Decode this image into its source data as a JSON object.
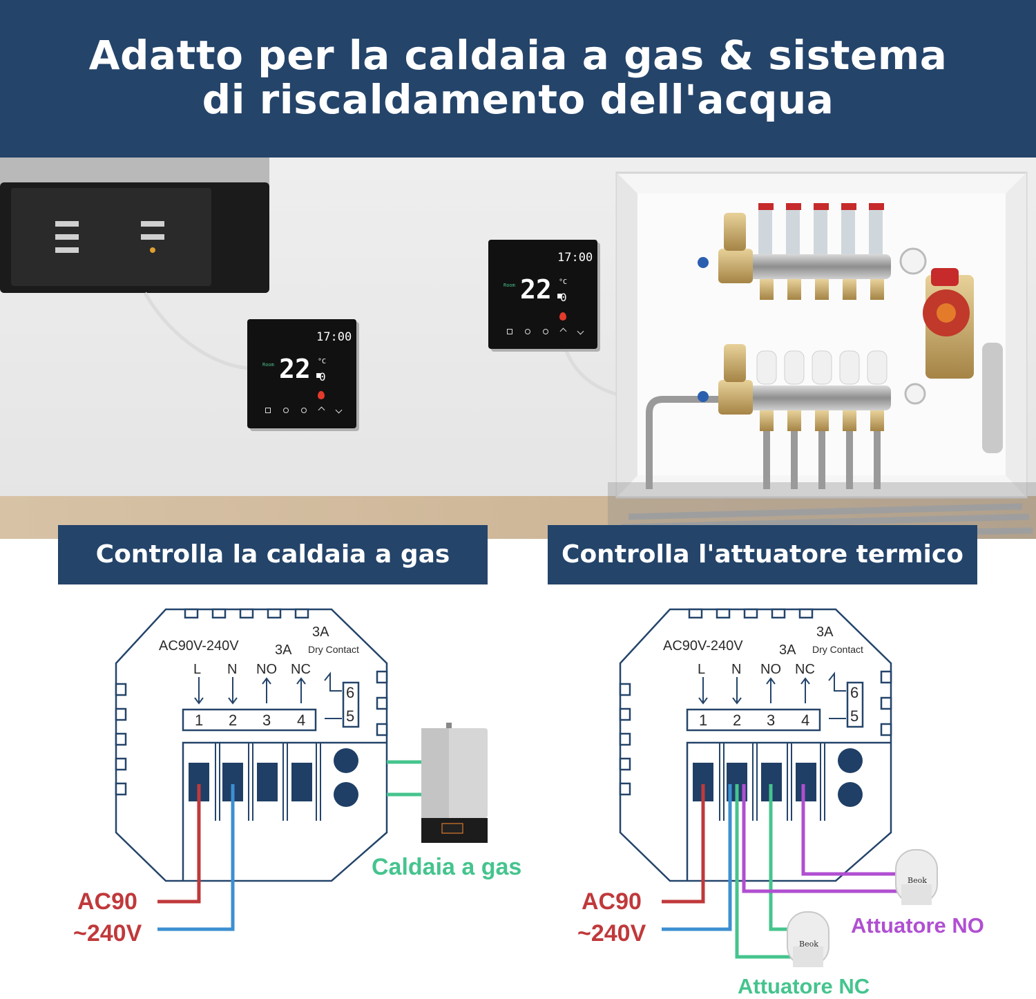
{
  "header": {
    "title_line1": "Adatto per la caldaia a gas & sistema",
    "title_line2": "di riscaldamento dell'acqua"
  },
  "thermostat": {
    "time": "17:00",
    "temp": "22.",
    "temp_decimal": "0",
    "unit": "°C",
    "room_label": "Room"
  },
  "actuator_brand": "Beok",
  "panels": [
    {
      "banner": "Controlla la caldaia a gas",
      "power_label": "AC90V-240V",
      "current_label": "3A",
      "dry_current": "3A",
      "dry_label": "Dry Contact",
      "terminals": [
        "L",
        "N",
        "NO",
        "NC"
      ],
      "numbers": [
        "1",
        "2",
        "3",
        "4"
      ],
      "dry_numbers": [
        "6",
        "5"
      ],
      "supply_line1": "AC90",
      "supply_line2": "~240V",
      "device_label": "Caldaia a gas"
    },
    {
      "banner": "Controlla l'attuatore termico",
      "power_label": "AC90V-240V",
      "current_label": "3A",
      "dry_current": "3A",
      "dry_label": "Dry Contact",
      "terminals": [
        "L",
        "N",
        "NO",
        "NC"
      ],
      "numbers": [
        "1",
        "2",
        "3",
        "4"
      ],
      "dry_numbers": [
        "6",
        "5"
      ],
      "supply_line1": "AC90",
      "supply_line2": "~240V",
      "actuator_no_label": "Attuatore NO",
      "actuator_nc_label": "Attuatore NC"
    }
  ],
  "colors": {
    "navy": "#24446a",
    "live": "#c0393b",
    "neutral": "#3d8fd1",
    "boiler": "#45c48e",
    "no_wire": "#b04fd1",
    "nc_wire": "#45c48e"
  }
}
